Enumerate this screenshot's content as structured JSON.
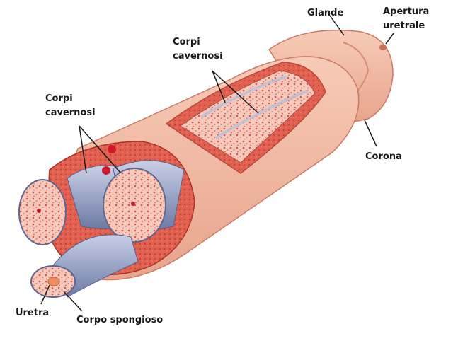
{
  "labels": {
    "glande": "Glande",
    "apertura_line1": "Apertura",
    "apertura_line2": "uretrale",
    "corpi_top_line1": "Corpi",
    "corpi_top_line2": "cavernosi",
    "corpi_left_line1": "Corpi",
    "corpi_left_line2": "cavernosi",
    "corona": "Corona",
    "uretra": "Uretra",
    "corpo_spongioso": "Corpo spongioso"
  },
  "colors": {
    "skin": "#f3b9a3",
    "skin_dark": "#e39a82",
    "fascia": "#e2604f",
    "fascia_dark": "#c84434",
    "tissue": "#f6c9bd",
    "tissue_dot": "#d9564a",
    "tube_blue": "#9aa5c6",
    "tube_blue_dark": "#6e7aa3",
    "label": "#1a1a1a"
  }
}
